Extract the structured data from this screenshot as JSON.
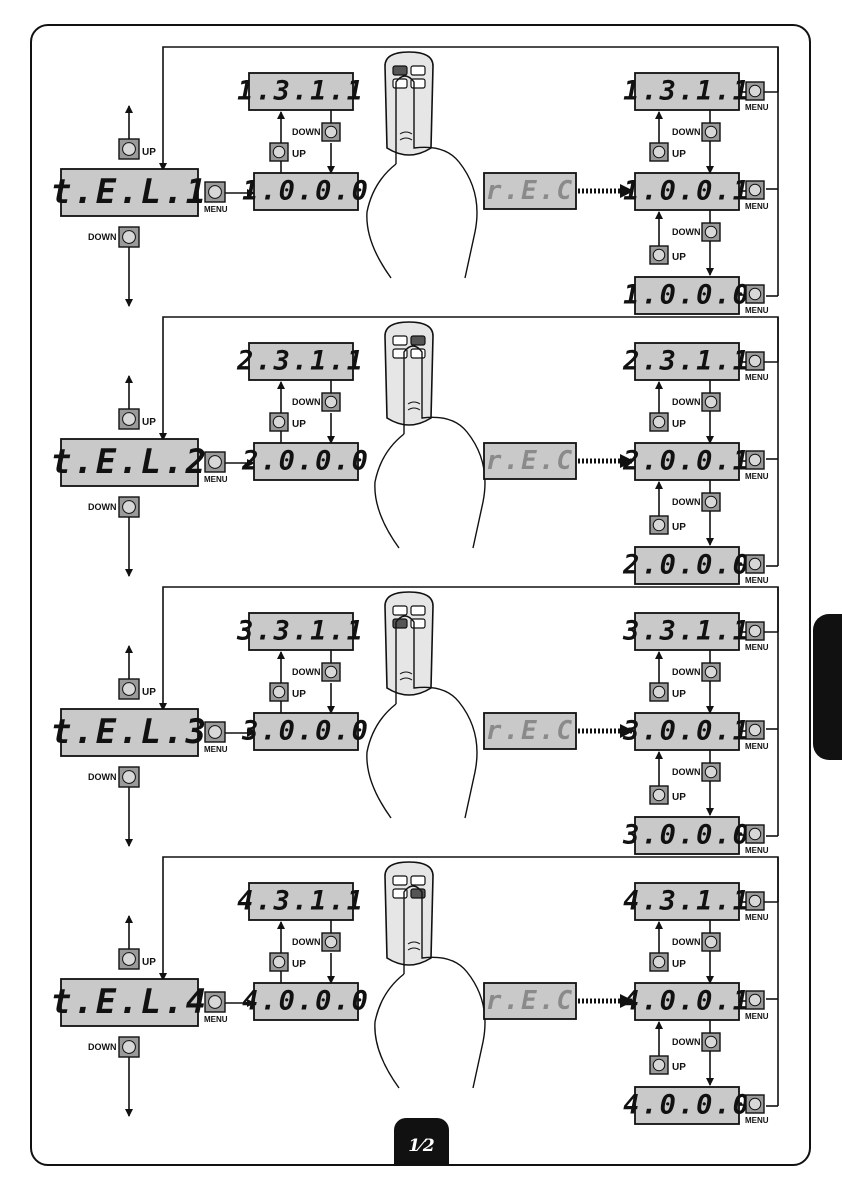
{
  "page_label": "1⁄2",
  "labels": {
    "up": "UP",
    "down": "DOWN",
    "menu": "MENU"
  },
  "sections": [
    {
      "channel": "t.E.L.1",
      "prog": "1.3.1.1",
      "base": "1.0.0.0",
      "rec": "r.E.C",
      "result_top": "1.3.1.1",
      "result_mid": "1.0.0.1",
      "result_bot": "1.0.0.0",
      "remote_key": "top-left"
    },
    {
      "channel": "t.E.L.2",
      "prog": "2.3.1.1",
      "base": "2.0.0.0",
      "rec": "r.E.C",
      "result_top": "2.3.1.1",
      "result_mid": "2.0.0.1",
      "result_bot": "2.0.0.0",
      "remote_key": "top-right"
    },
    {
      "channel": "t.E.L.3",
      "prog": "3.3.1.1",
      "base": "3.0.0.0",
      "rec": "r.E.C",
      "result_top": "3.3.1.1",
      "result_mid": "3.0.0.1",
      "result_bot": "3.0.0.0",
      "remote_key": "bottom-left"
    },
    {
      "channel": "t.E.L.4",
      "prog": "4.3.1.1",
      "base": "4.0.0.0",
      "rec": "r.E.C",
      "result_top": "4.3.1.1",
      "result_mid": "4.0.0.1",
      "result_bot": "4.0.0.0",
      "remote_key": "bottom-right"
    }
  ],
  "colors": {
    "display_bg": "#c9c9c9",
    "button_bg": "#9a9a9a",
    "ink": "#111111",
    "tab": "#111111"
  }
}
